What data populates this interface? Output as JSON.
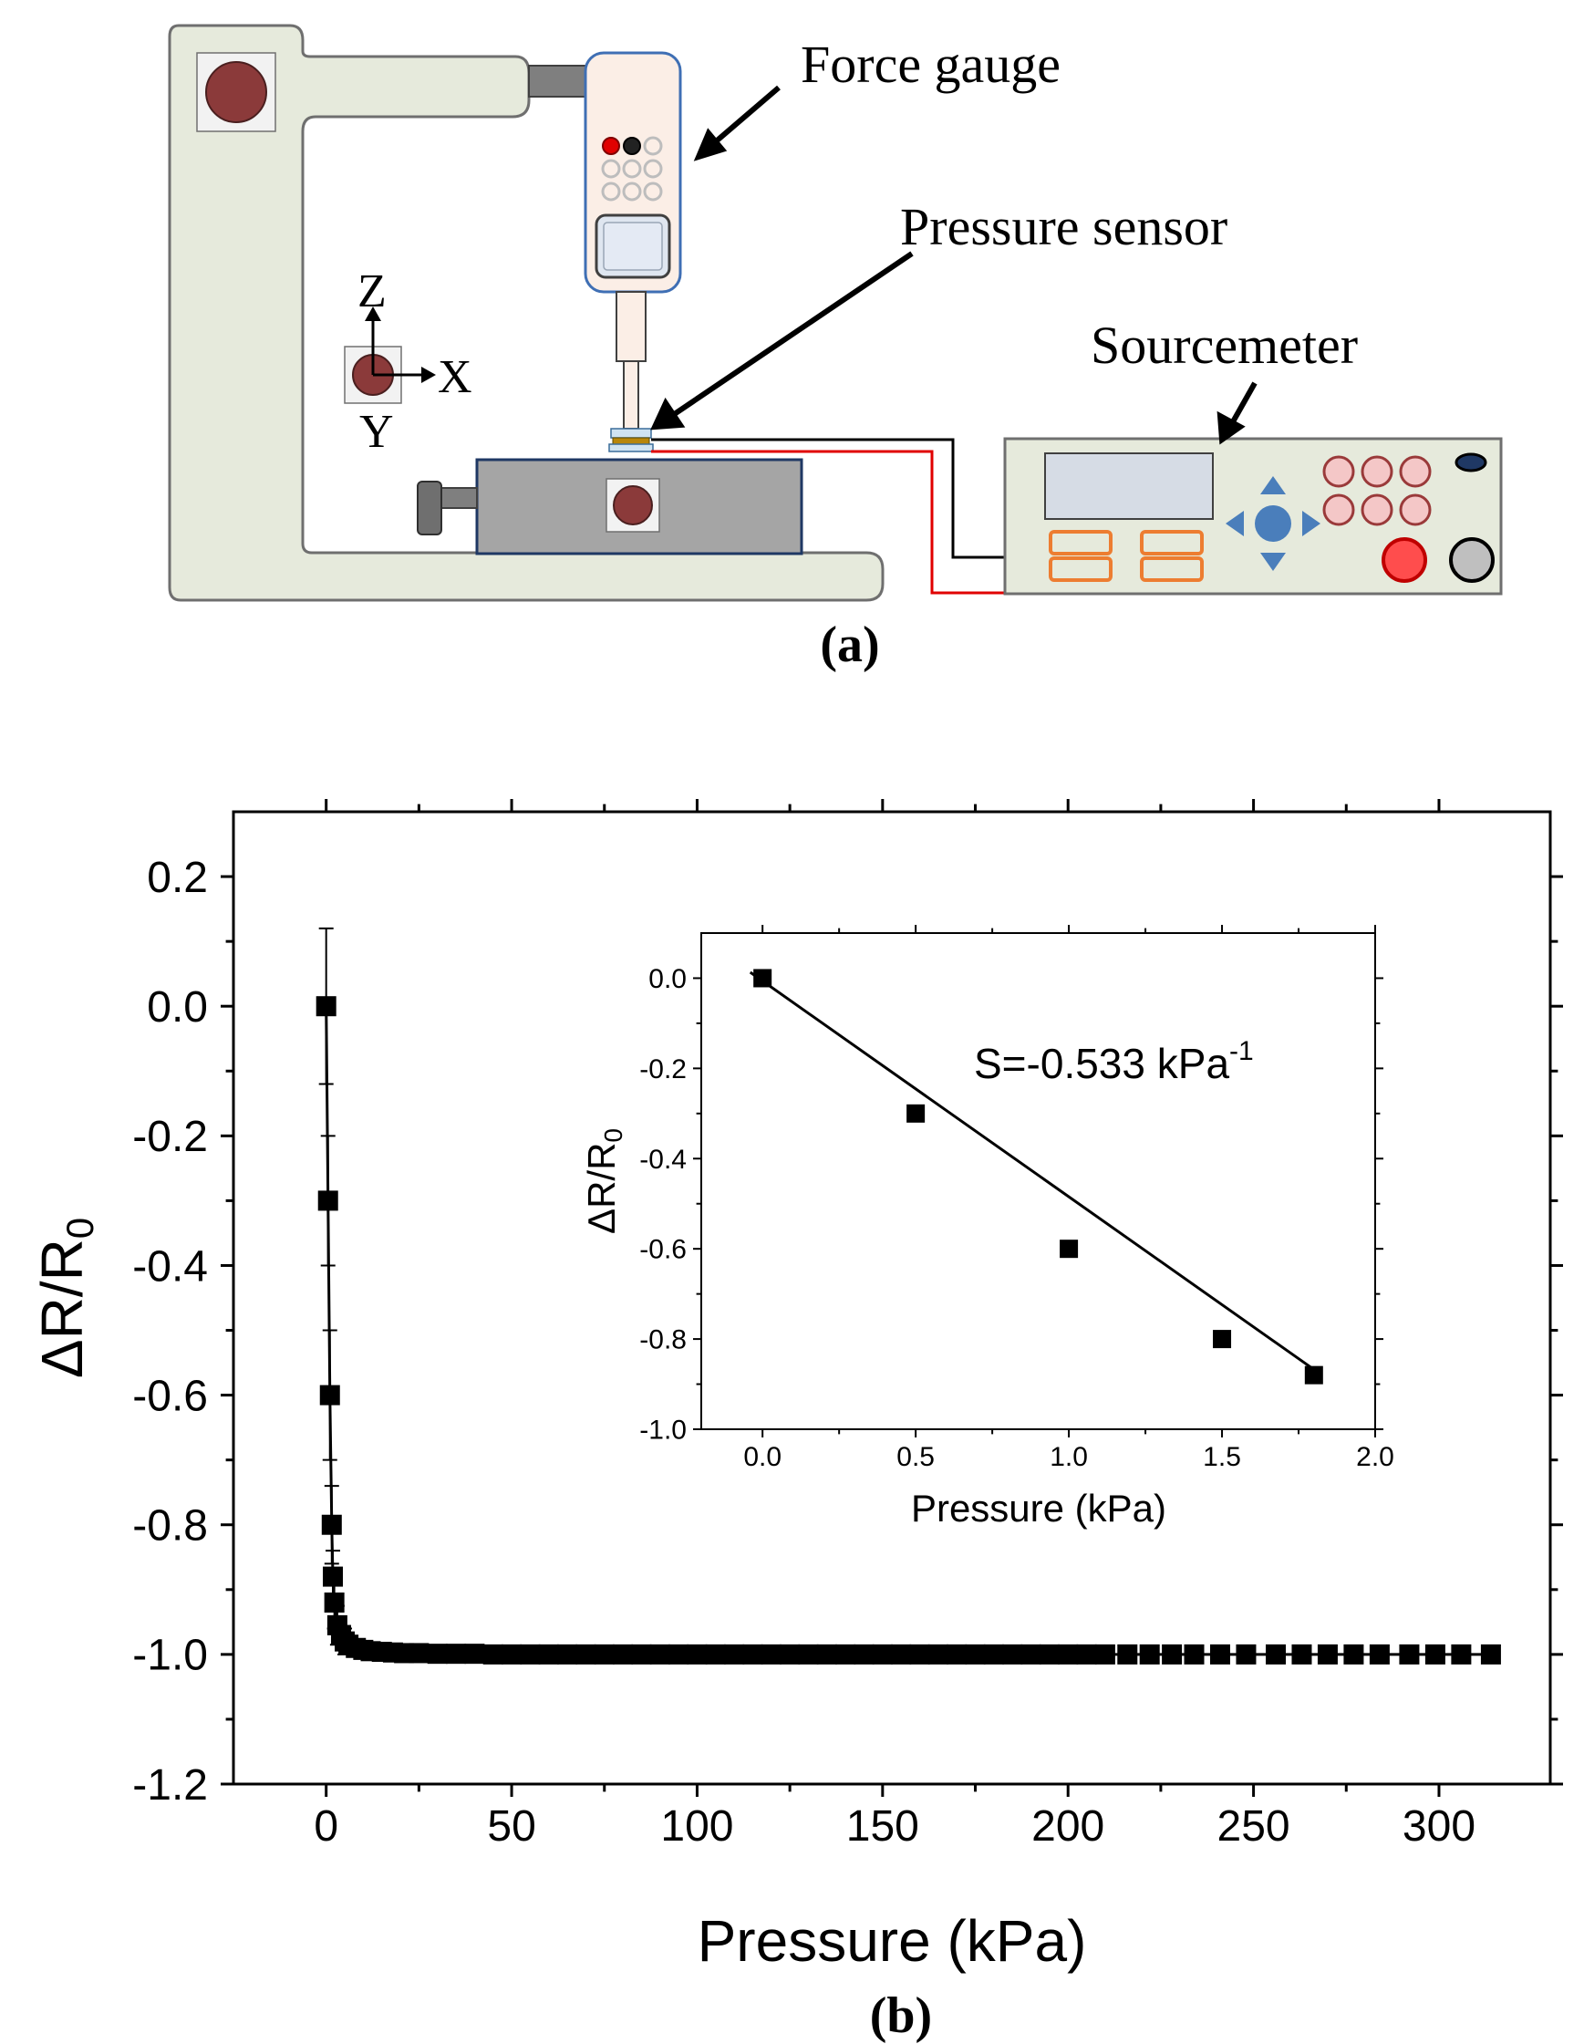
{
  "panel_a": {
    "labels": {
      "force_gauge": "Force gauge",
      "pressure_sensor": "Pressure sensor",
      "sourcemeter": "Sourcemeter",
      "axis_z": "Z",
      "axis_x": "X",
      "axis_y": "Y",
      "panel_label": "(a)"
    },
    "colors": {
      "frame_fill": "#e6eadc",
      "frame_stroke": "#6f6f6f",
      "gauge_fill": "#fbeee6",
      "gauge_stroke": "#3f6fb4",
      "stage_fill": "#a5a5a5",
      "stage_stroke": "#1f3864",
      "screen_fill": "#d6dce5",
      "knob_fill": "#8b3a3a",
      "button_orange": "#ed7d31",
      "dpad_blue": "#4a7ebb",
      "red_wire": "#e00000",
      "black_wire": "#000000"
    },
    "icons": [
      "knob-icon",
      "arrow-icon",
      "dpad-icon",
      "power-button-icon"
    ]
  },
  "panel_b_label": "(b)",
  "chart_data": [
    {
      "id": "main",
      "type": "scatter",
      "xlabel": "Pressure (kPa)",
      "ylabel": "ΔR/R0",
      "ylabel_main": "ΔR/R",
      "ylabel_sub": "0",
      "xlim": [
        -25,
        330
      ],
      "ylim": [
        -1.2,
        0.3
      ],
      "xticks": [
        0,
        50,
        100,
        150,
        200,
        250,
        300
      ],
      "xtick_labels": [
        "0",
        "50",
        "100",
        "150",
        "200",
        "250",
        "300"
      ],
      "yticks": [
        0.2,
        0.0,
        -0.2,
        -0.4,
        -0.6,
        -0.8,
        -1.0,
        -1.2
      ],
      "ytick_labels": [
        "0.2",
        "0.0",
        "-0.2",
        "-0.4",
        "-0.6",
        "-0.8",
        "-1.0",
        "-1.2"
      ],
      "marker": "square",
      "series": [
        {
          "x": [
            0,
            0.5,
            1.0,
            1.5,
            1.8,
            2.2,
            3,
            4,
            5,
            6,
            8,
            10,
            12,
            15,
            18,
            21,
            25,
            30,
            35,
            40,
            45,
            50,
            55,
            60,
            65,
            70,
            75,
            80,
            85,
            90,
            95,
            100,
            105,
            110,
            115,
            120,
            125,
            130,
            135,
            140,
            145,
            150,
            155,
            160,
            165,
            170,
            175,
            180,
            185,
            190,
            195,
            200,
            205,
            210,
            216,
            222,
            228,
            234,
            241,
            248,
            256,
            263,
            270,
            277,
            284,
            292,
            299,
            306,
            314
          ],
          "y": [
            0.0,
            -0.3,
            -0.6,
            -0.8,
            -0.88,
            -0.92,
            -0.955,
            -0.97,
            -0.98,
            -0.985,
            -0.99,
            -0.993,
            -0.995,
            -0.996,
            -0.997,
            -0.998,
            -0.998,
            -0.999,
            -0.999,
            -0.999,
            -1.0,
            -1.0,
            -1.0,
            -1.0,
            -1.0,
            -1.0,
            -1.0,
            -1.0,
            -1.0,
            -1.0,
            -1.0,
            -1.0,
            -1.0,
            -1.0,
            -1.0,
            -1.0,
            -1.0,
            -1.0,
            -1.0,
            -1.0,
            -1.0,
            -1.0,
            -1.0,
            -1.0,
            -1.0,
            -1.0,
            -1.0,
            -1.0,
            -1.0,
            -1.0,
            -1.0,
            -1.0,
            -1.0,
            -1.0,
            -1.0,
            -1.0,
            -1.0,
            -1.0,
            -1.0,
            -1.0,
            -1.0,
            -1.0,
            -1.0,
            -1.0,
            -1.0,
            -1.0,
            -1.0,
            -1.0,
            -1.0
          ],
          "error_bars": [
            {
              "x": 0,
              "y": 0.0,
              "err": 0.12
            },
            {
              "x": 0.5,
              "y": -0.3,
              "err": 0.1
            },
            {
              "x": 1.0,
              "y": -0.6,
              "err": 0.1
            },
            {
              "x": 1.5,
              "y": -0.8,
              "err": 0.06
            },
            {
              "x": 1.8,
              "y": -0.88,
              "err": 0.04
            },
            {
              "x": 2.2,
              "y": -0.92,
              "err": 0.04
            },
            {
              "x": 3,
              "y": -0.955,
              "err": 0.03
            },
            {
              "x": 5,
              "y": -0.98,
              "err": 0.02
            }
          ]
        }
      ]
    },
    {
      "id": "inset",
      "type": "scatter",
      "xlabel": "Pressure (kPa)",
      "ylabel": "ΔR/R0",
      "ylabel_main": "ΔR/R",
      "ylabel_sub": "0",
      "xlim": [
        -0.2,
        2.0
      ],
      "ylim": [
        -1.0,
        0.1
      ],
      "xticks": [
        0.0,
        0.5,
        1.0,
        1.5,
        2.0
      ],
      "xtick_labels": [
        "0.0",
        "0.5",
        "1.0",
        "1.5",
        "2.0"
      ],
      "yticks": [
        0.0,
        -0.2,
        -0.4,
        -0.6,
        -0.8,
        -1.0
      ],
      "ytick_labels": [
        "0.0",
        "-0.2",
        "-0.4",
        "-0.6",
        "-0.8",
        "-1.0"
      ],
      "marker": "square",
      "series": [
        {
          "x": [
            0.0,
            0.5,
            1.0,
            1.5,
            1.8
          ],
          "y": [
            0.0,
            -0.3,
            -0.6,
            -0.8,
            -0.88
          ]
        }
      ],
      "fit_line": {
        "x": [
          -0.04,
          1.82
        ],
        "y": [
          0.013,
          -0.877
        ]
      },
      "annotation": {
        "text": "S=-0.533 kPa",
        "superscript": "-1"
      }
    }
  ]
}
